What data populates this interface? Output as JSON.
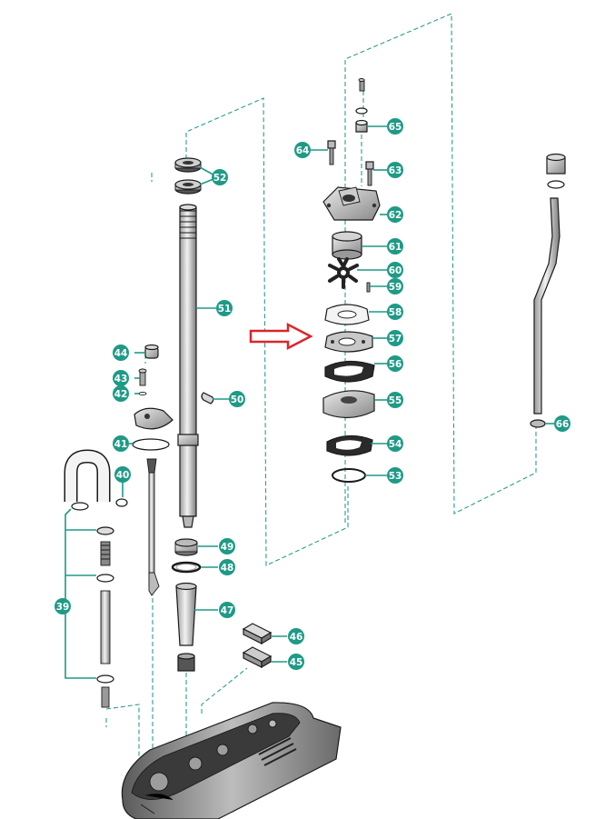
{
  "diagram": {
    "accent_color": "#1e9a86",
    "arrow_color": "#d9262c",
    "callouts": [
      {
        "key": "c39",
        "label": "39"
      },
      {
        "key": "c40",
        "label": "40"
      },
      {
        "key": "c41",
        "label": "41"
      },
      {
        "key": "c42",
        "label": "42"
      },
      {
        "key": "c43",
        "label": "43"
      },
      {
        "key": "c44",
        "label": "44"
      },
      {
        "key": "c45",
        "label": "45"
      },
      {
        "key": "c46",
        "label": "46"
      },
      {
        "key": "c47",
        "label": "47"
      },
      {
        "key": "c48",
        "label": "48"
      },
      {
        "key": "c49",
        "label": "49"
      },
      {
        "key": "c50",
        "label": "50"
      },
      {
        "key": "c51",
        "label": "51"
      },
      {
        "key": "c52",
        "label": "52"
      },
      {
        "key": "c53",
        "label": "53"
      },
      {
        "key": "c54",
        "label": "54"
      },
      {
        "key": "c55",
        "label": "55"
      },
      {
        "key": "c56",
        "label": "56"
      },
      {
        "key": "c57",
        "label": "57"
      },
      {
        "key": "c58",
        "label": "58"
      },
      {
        "key": "c59",
        "label": "59"
      },
      {
        "key": "c60",
        "label": "60"
      },
      {
        "key": "c61",
        "label": "61"
      },
      {
        "key": "c62",
        "label": "62"
      },
      {
        "key": "c63",
        "label": "63"
      },
      {
        "key": "c64",
        "label": "64"
      },
      {
        "key": "c65",
        "label": "65"
      },
      {
        "key": "c66",
        "label": "66"
      }
    ]
  }
}
